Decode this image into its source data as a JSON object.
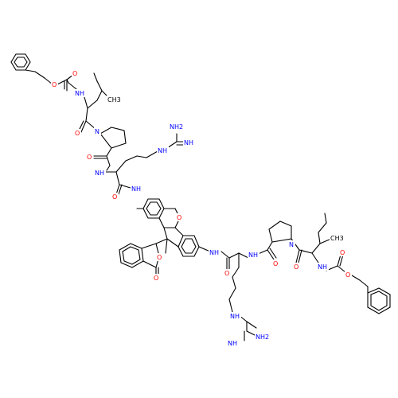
{
  "colors": {
    "background": "#ffffff",
    "bond": "#000000",
    "oxygen": "#ff0000",
    "nitrogen": "#0000ff",
    "carbon_label": "#000000"
  },
  "labels": {
    "o_carbamate_ester_top": "O",
    "o_carbamate_co_top": "O",
    "nh_carbamate_top": "NH",
    "ch3_ile_top": "CH3",
    "o_ile_co_top": "O",
    "n_pro_top": "N",
    "nh2_guanidine_top": "NH2",
    "nh_imine_top": "NH",
    "nh_guanidine_top": "NH",
    "o_pro_co_top": "O",
    "nh_arg_top": "NH",
    "o_arg_co_top": "O",
    "nh_amide_left": "NH",
    "o_xanthene": "O",
    "o_lactone_ring": "O",
    "o_lactone_co": "O",
    "nh_amide_right": "NH",
    "nh_arg_bottom": "NH",
    "o_arg_co_bottom": "O",
    "o_pro_co_bottom": "O",
    "n_pro_bottom": "N",
    "o_ile_co_bottom": "O",
    "ch3_ile_bottom": "CH3",
    "nh_carbamate_bottom": "NH",
    "o_carbamate_co_bottom": "O",
    "o_carbamate_ester_bottom": "O",
    "nh_guanidine_bottom": "NH",
    "nh_imine_bottom": "NH",
    "nh2_guanidine_bottom": "NH2"
  }
}
